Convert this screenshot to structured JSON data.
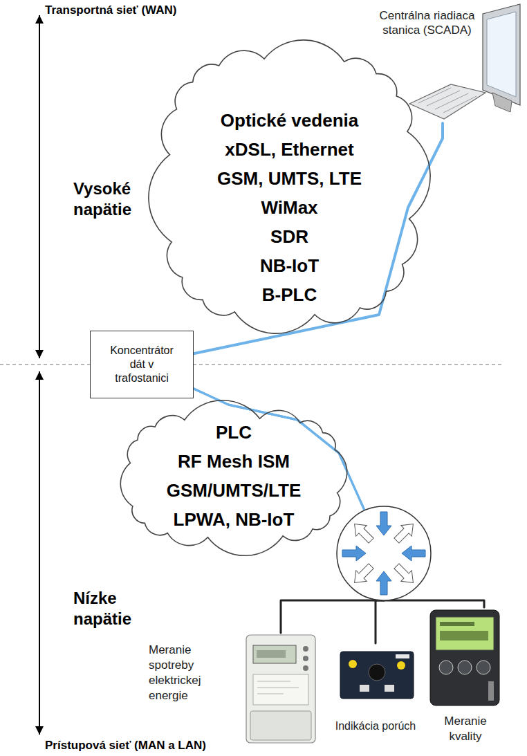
{
  "diagram": {
    "nodes": [
      {
        "text": [
          "Centrálna riadiaca stanica (SCADA)"
        ]
      },
      {
        "text": [
          "Optické vedenia",
          "xDSL, Ethernet",
          "GSM, UMTS, LTE",
          "WiMax",
          "SDR",
          "NB-IoT",
          "B-PLC"
        ]
      },
      {
        "text": [
          "Koncentrátor dát v trafostanici"
        ]
      },
      {
        "text": [
          "PLC",
          "RF Mesh ISM",
          "GSM/UMTS/LTE",
          "LPWA, NB-IoT"
        ]
      },
      {
        "text": [
          "Meranie spotreby elektrickej energie"
        ]
      },
      {
        "text": [
          "Indikácia porúch"
        ]
      },
      {
        "text": [
          "Meranie kvality"
        ]
      }
    ],
    "edges": [
      {
        "from": 0,
        "to": 2,
        "arrow": "none"
      },
      {
        "from": 2,
        "to": 4,
        "arrow": "none"
      },
      {
        "from": 2,
        "to": 5,
        "arrow": "none"
      },
      {
        "from": 2,
        "to": 6,
        "arrow": "none"
      }
    ],
    "labels": [
      "Transportná sieť (WAN)",
      "Vysoké napätie",
      "Nízke napätie",
      "Prístupová sieť (MAN a LAN)"
    ]
  }
}
